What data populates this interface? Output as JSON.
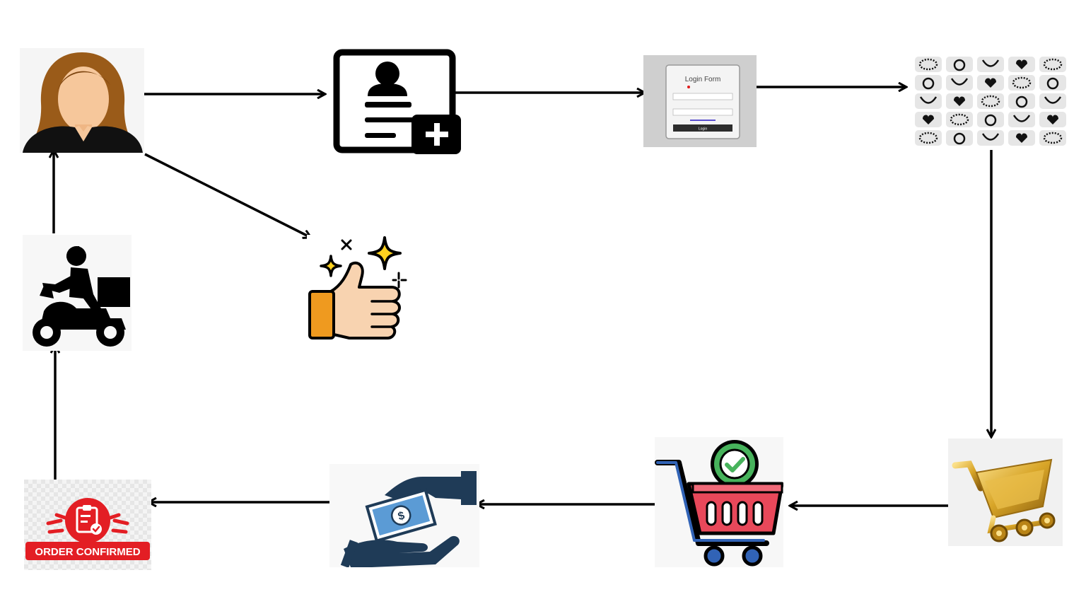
{
  "nodes": {
    "customer": {
      "icon": "woman-avatar-icon"
    },
    "register": {
      "icon": "add-user-card-icon"
    },
    "login": {
      "icon": "login-form-icon",
      "title": "Login Form",
      "button": "Login"
    },
    "catalog": {
      "icon": "jewelry-catalog-grid-icon"
    },
    "select": {
      "icon": "gold-cart-icon"
    },
    "cart": {
      "icon": "cart-checkmark-icon"
    },
    "payment": {
      "icon": "cash-payment-hands-icon"
    },
    "confirm": {
      "icon": "order-confirmed-icon",
      "label": "ORDER CONFIRMED"
    },
    "delivery": {
      "icon": "delivery-scooter-icon"
    },
    "feedback": {
      "icon": "thumbs-up-sparkle-icon"
    }
  },
  "colors": {
    "skin": "#f6c79b",
    "hair": "#9a5b19",
    "catalog_gray": "#e6e6e6",
    "cart_red": "#e8485a",
    "cart_blue": "#3163b6",
    "check_green": "#47b35c",
    "gold": "#d8a528",
    "money_blue": "#5b9bd5",
    "hand_navy": "#1f3b57",
    "confirm_red": "#e31e24",
    "thumb_orange": "#ef9a1f",
    "star_yellow": "#ffd21f"
  }
}
